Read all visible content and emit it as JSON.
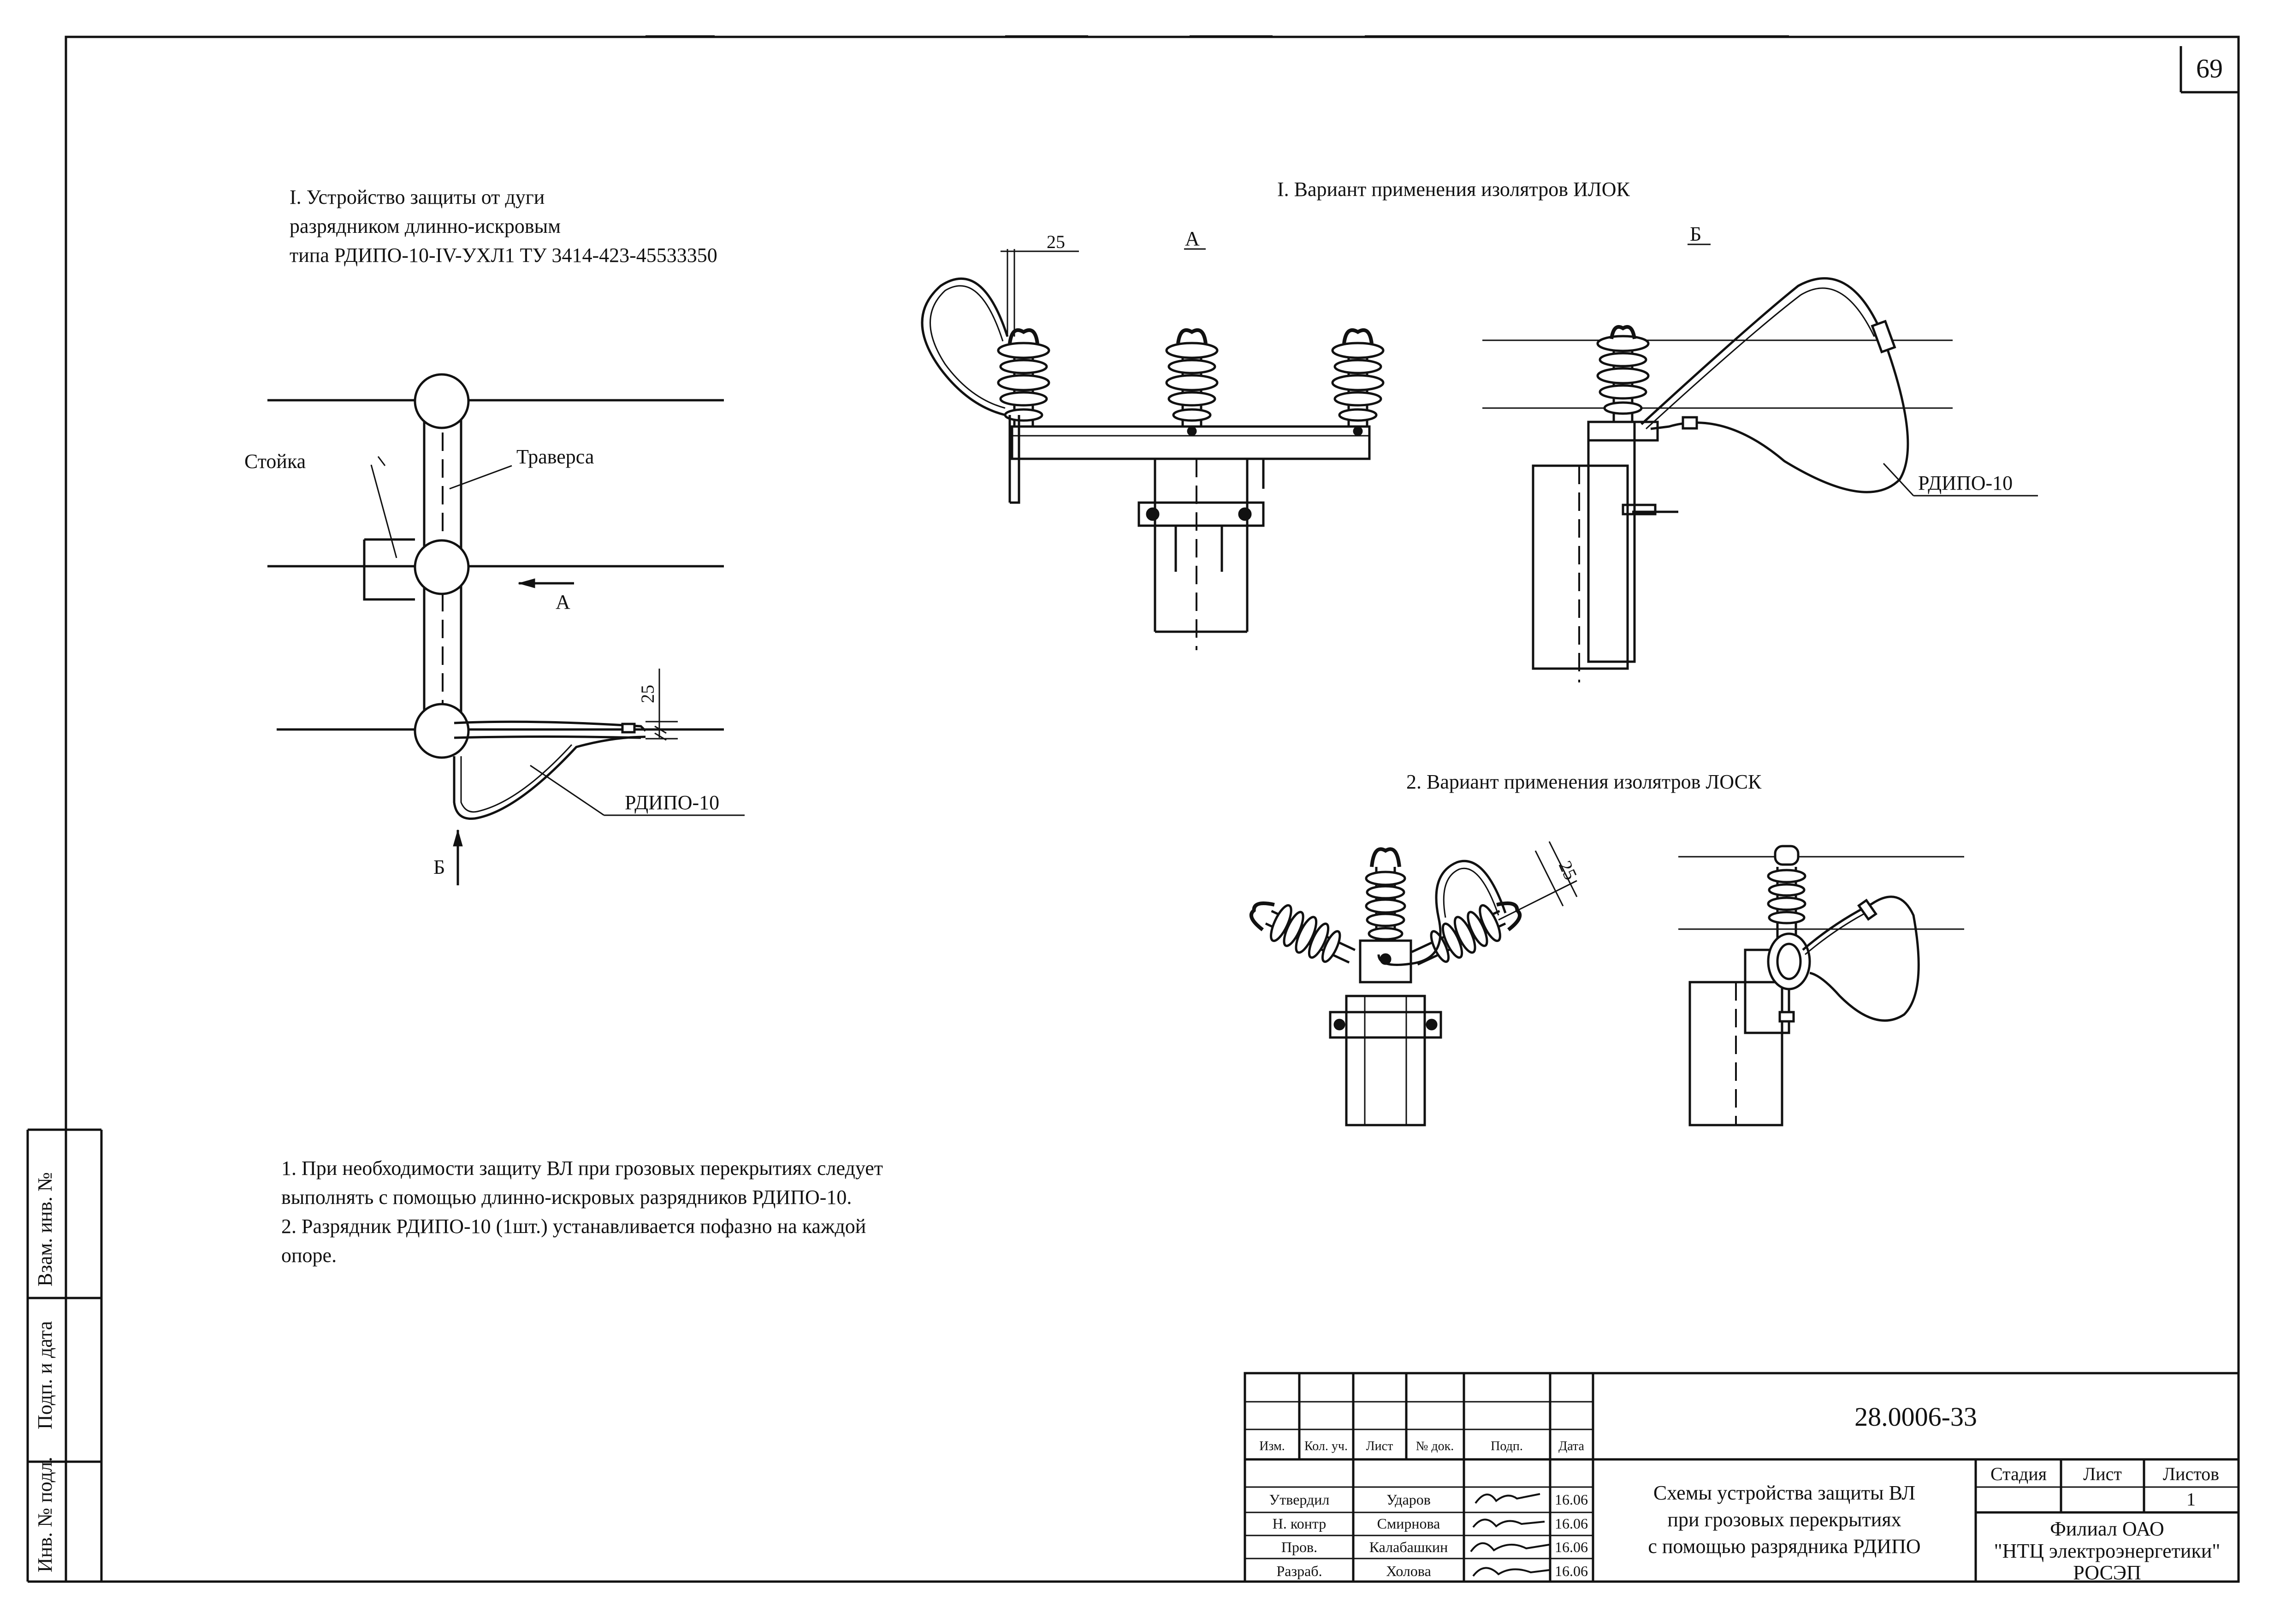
{
  "page": {
    "sheet_number": "69"
  },
  "titles": {
    "arc_protection": [
      "I. Устройство защиты от дуги",
      "разрядником длинно-искровым",
      "типа РДИПО-10-IV-УХЛ1 ТУ 3414-423-45533350"
    ],
    "variant_ilok": "I. Вариант применения изолятров ИЛОК",
    "variant_losk": "2. Вариант применения изолятров ЛОСК"
  },
  "plan_view": {
    "label_stoyka": "Стойка",
    "label_traversa": "Траверса",
    "label_view_a": "А",
    "label_view_b": "Б",
    "dim_25": "25",
    "label_rdipo": "РДИПО-10"
  },
  "view_a": {
    "label": "А",
    "dim_25": "25"
  },
  "view_b": {
    "label": "Б",
    "label_rdipo": "РДИПО-10"
  },
  "losk_view": {
    "dim_25": "25"
  },
  "notes": [
    "1. При необходимости защиту ВЛ при грозовых перекрытиях следует",
    "выполнять с помощью длинно-искровых разрядников РДИПО-10.",
    "2. Разрядник РДИПО-10 (1шт.) устанавливается пофазно на каждой",
    "опоре."
  ],
  "side_stamp": [
    "Взам. инв. №",
    "Подп. и дата",
    "Инв. № подл."
  ],
  "title_block": {
    "doc_code": "28.0006-33",
    "header": [
      "Изм.",
      "Кол. уч.",
      "Лист",
      "№ док.",
      "Подп.",
      "Дата"
    ],
    "rows": [
      {
        "role": "Утвердил",
        "name": "Ударов",
        "date": "16.06"
      },
      {
        "role": "Н. контр",
        "name": "Смирнова",
        "date": "16.06"
      },
      {
        "role": "Пров.",
        "name": "Калабашкин",
        "date": "16.06"
      },
      {
        "role": "Разраб.",
        "name": "Холова",
        "date": "16.06"
      }
    ],
    "description": [
      "Схемы устройства защиты ВЛ",
      "при грозовых перекрытиях",
      "с помощью разрядника РДИПО"
    ],
    "stage_header": [
      "Стадия",
      "Лист",
      "Листов"
    ],
    "stage_values": [
      "",
      "",
      "1"
    ],
    "organization": [
      "Филиал ОАО",
      "\"НТЦ электроэнергетики\"",
      "РОСЭП"
    ]
  }
}
